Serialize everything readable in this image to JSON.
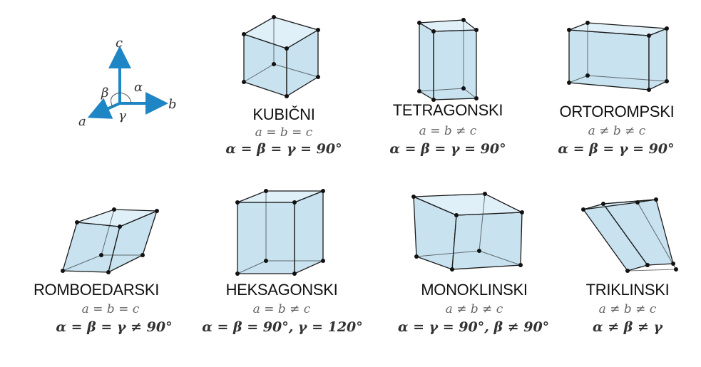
{
  "axes": {
    "a": "a",
    "b": "b",
    "c": "c",
    "alpha": "α",
    "beta": "β",
    "gamma": "γ"
  },
  "systems": [
    {
      "name": "KUBIČNI",
      "relation": "a = b = c",
      "angles": "α = β = γ = 90°"
    },
    {
      "name": "TETRAGONSKI",
      "relation": "a = b ≠ c",
      "angles": "α = β = γ = 90°"
    },
    {
      "name": "ORTOROMPSKI",
      "relation": "a ≠ b ≠ c",
      "angles": "α = β = γ = 90°"
    },
    {
      "name": "ROMBOEDARSKI",
      "relation": "a = b = c",
      "angles": "α = β = γ ≠ 90°"
    },
    {
      "name": "HEKSAGONSKI",
      "relation": "a = b ≠ c",
      "angles": "α = β = 90°, γ = 120°"
    },
    {
      "name": "MONOKLINSKI",
      "relation": "a ≠ b ≠ c",
      "angles": "α = γ = 90°, β ≠ 90°"
    },
    {
      "name": "TRIKLINSKI",
      "relation": "a ≠ b ≠ c",
      "angles": "α ≠ β ≠ γ"
    }
  ],
  "colors": {
    "face": "#b5d8ea",
    "face_alt": "#9fcbe2",
    "edge": "#1a1a1a",
    "axis": "#1e86c4"
  }
}
